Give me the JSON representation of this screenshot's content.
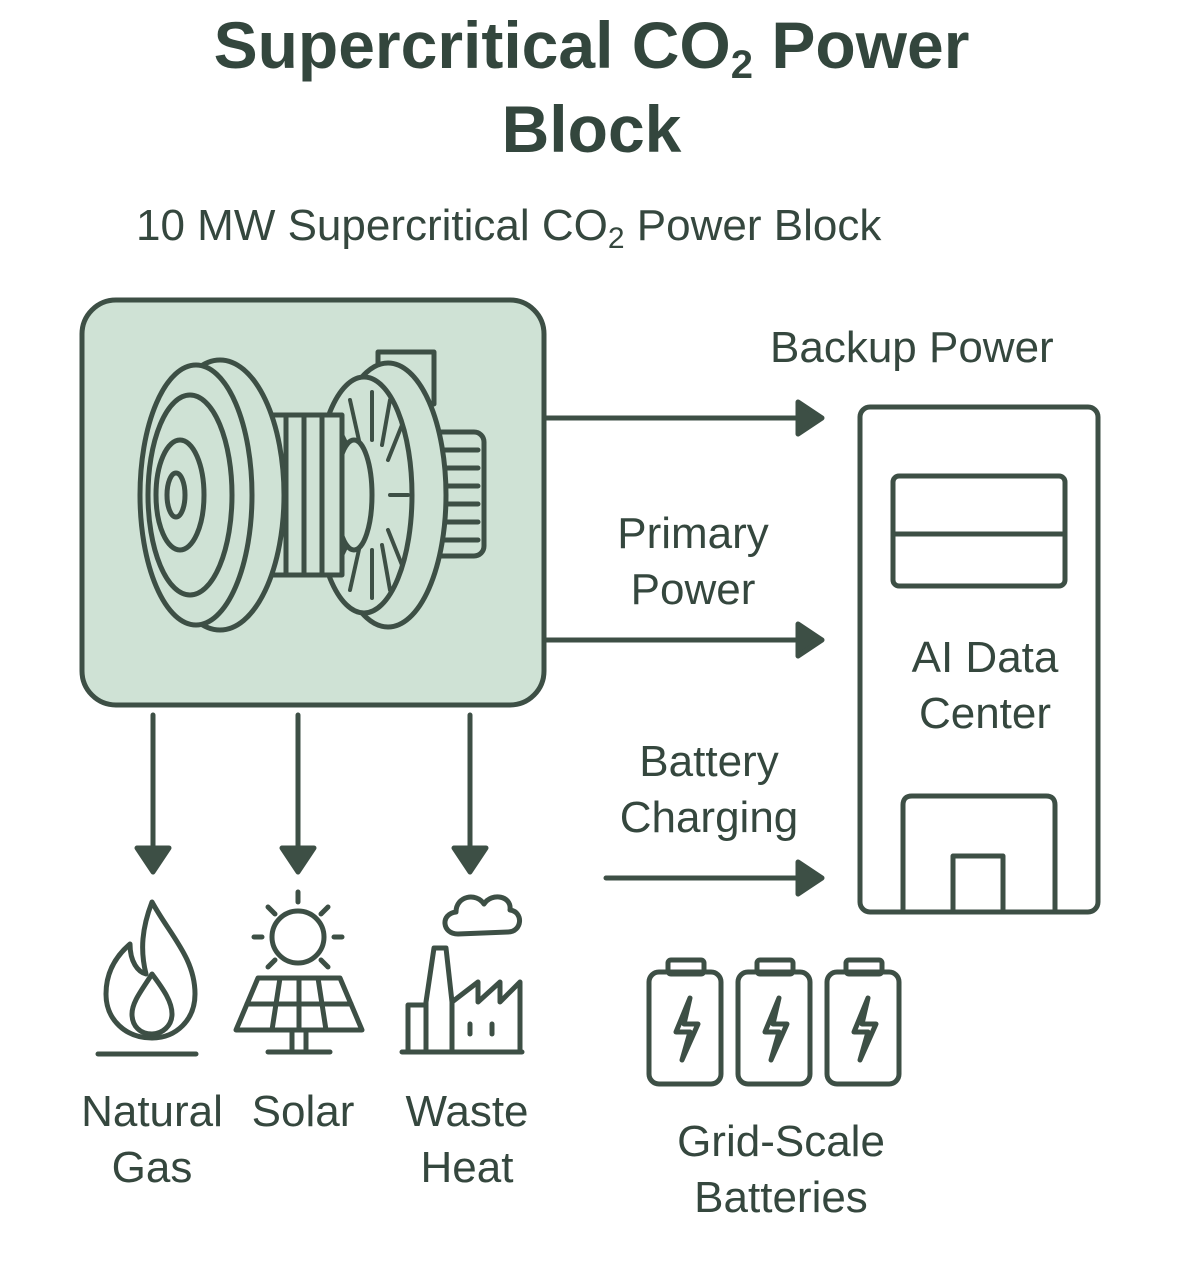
{
  "title": {
    "line1_pre": "Supercritical CO",
    "line1_sub": "2",
    "line1_post": " Power",
    "line2": "Block"
  },
  "subtitle": {
    "pre": "10 MW Supercritical CO",
    "sub": "2",
    "post": " Power Block"
  },
  "outputs": {
    "backup": "Backup Power",
    "primary": [
      "Primary",
      "Power"
    ],
    "battery": [
      "Battery",
      "Charging"
    ]
  },
  "data_center": [
    "AI Data",
    "Center"
  ],
  "sources": {
    "natural_gas": [
      "Natural",
      "Gas"
    ],
    "solar": [
      "Solar"
    ],
    "waste_heat": [
      "Waste",
      "Heat"
    ]
  },
  "batteries": [
    "Grid-Scale",
    "Batteries"
  ],
  "colors": {
    "stroke": "#3d4f45",
    "fill": "#cfe2d5",
    "text": "#35473e"
  },
  "icons": [
    "turbine-icon",
    "flame-icon",
    "sun-icon",
    "solar-panel-icon",
    "factory-icon",
    "battery-icon",
    "lightning-icon"
  ]
}
